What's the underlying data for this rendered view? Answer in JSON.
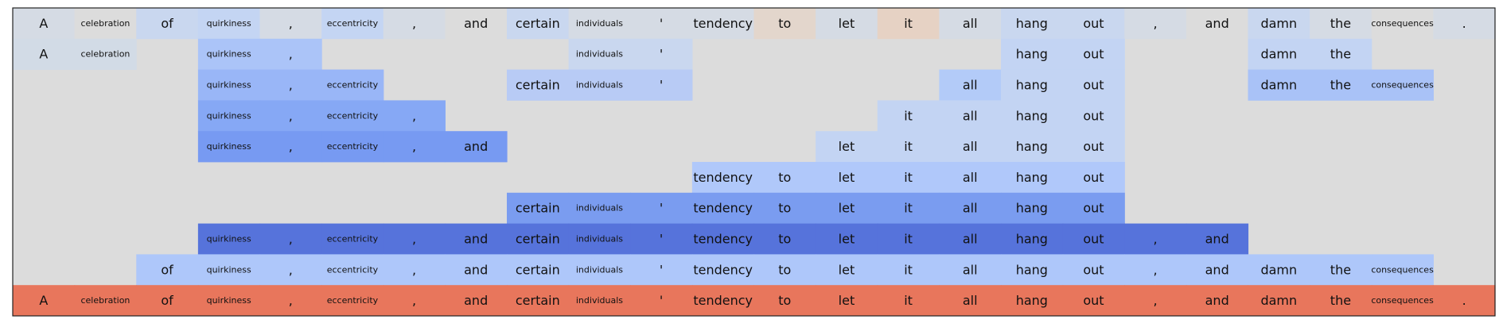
{
  "chart_data": {
    "type": "heatmap",
    "title": "",
    "xlabel": "",
    "ylabel": "",
    "tokens": [
      "A",
      "celebration",
      "of",
      "quirkiness",
      ",",
      "eccentricity",
      ",",
      "and",
      "certain",
      "individuals",
      "'",
      "tendency",
      "to",
      "let",
      "it",
      "all",
      "hang",
      "out",
      ",",
      "and",
      "damn",
      "the",
      "consequences",
      "."
    ],
    "small_font_tokens": [
      "celebration",
      "quirkiness",
      "eccentricity",
      "individuals",
      "consequences"
    ],
    "palette": {
      "background": "#dcdcdc",
      "top_row_shades": [
        "#d5dbe4",
        "#dcdcdc",
        "#c9d7ef",
        "#c4d5f3",
        "#d5dbe4",
        "#c4d5f3",
        "#d5dbe4",
        "#dcdcdc",
        "#c9d7ef",
        "#d5dbe4",
        "#d5dbe4",
        "#d5dbe4",
        "#e3d6cc",
        "#d5dbe4",
        "#e6d2c4",
        "#d5dbe4",
        "#c9d7ef",
        "#c9d7ef",
        "#d5dbe4",
        "#dcdcdc",
        "#c9d7ef",
        "#d5dbe4",
        "#dcdcdc",
        "#d5dbe4"
      ],
      "bottom_row": "#e8765c"
    },
    "rows": [
      {
        "spans": [
          [
            0,
            23
          ]
        ],
        "shade": "top"
      },
      {
        "spans": [
          [
            0,
            1
          ],
          [
            3,
            4
          ],
          [
            9,
            10
          ],
          [
            16,
            17
          ],
          [
            20,
            21
          ]
        ],
        "shade": "#c6d6f1"
      },
      {
        "spans": [
          [
            3,
            5
          ],
          [
            8,
            10
          ],
          [
            15,
            17
          ],
          [
            20,
            22
          ]
        ],
        "shade": "#b7ccf5"
      },
      {
        "spans": [
          [
            3,
            6
          ],
          [
            14,
            17
          ]
        ],
        "shade": "#a9c4fb"
      },
      {
        "spans": [
          [
            3,
            7
          ],
          [
            13,
            17
          ]
        ],
        "shade": "#8fb0f8"
      },
      {
        "spans": [
          [
            11,
            17
          ]
        ],
        "shade": "#b0c8fa"
      },
      {
        "spans": [
          [
            8,
            17
          ]
        ],
        "shade": "#7a9cf0"
      },
      {
        "spans": [
          [
            3,
            19
          ]
        ],
        "shade": "#5673db"
      },
      {
        "spans": [
          [
            2,
            22
          ]
        ],
        "shade": "#aec7fa"
      },
      {
        "spans": [
          [
            0,
            23
          ]
        ],
        "shade": "bottom"
      }
    ],
    "row_cell_shades": {
      "1": {
        "0": "#d2dbe6",
        "1": "#d2dbe6",
        "3": "#abc4f8",
        "4": "#abc4f8",
        "9": "#c9d7ef",
        "10": "#c9d7ef",
        "16": "#c3d4f3",
        "17": "#c3d4f3",
        "20": "#c3d4f3",
        "21": "#c3d4f3"
      },
      "2": {
        "3": "#99b6f7",
        "4": "#99b6f7",
        "5": "#99b6f7",
        "8": "#b8cbf5",
        "9": "#b8cbf5",
        "10": "#b8cbf5",
        "15": "#b3cbf8",
        "16": "#c3d4f3",
        "17": "#c3d4f3",
        "20": "#a9c2f7",
        "21": "#a9c2f7",
        "22": "#a9c2f7"
      },
      "3": {
        "3": "#86a8f5",
        "4": "#86a8f5",
        "5": "#86a8f5",
        "6": "#86a8f5",
        "14": "#c3d4f3",
        "15": "#c3d4f3",
        "16": "#c3d4f3",
        "17": "#c3d4f3"
      },
      "4": {
        "3": "#779af2",
        "4": "#779af2",
        "5": "#779af2",
        "6": "#779af2",
        "7": "#779af2",
        "13": "#c3d4f3",
        "14": "#c3d4f3",
        "15": "#c3d4f3",
        "16": "#c3d4f3",
        "17": "#c3d4f3"
      }
    }
  }
}
